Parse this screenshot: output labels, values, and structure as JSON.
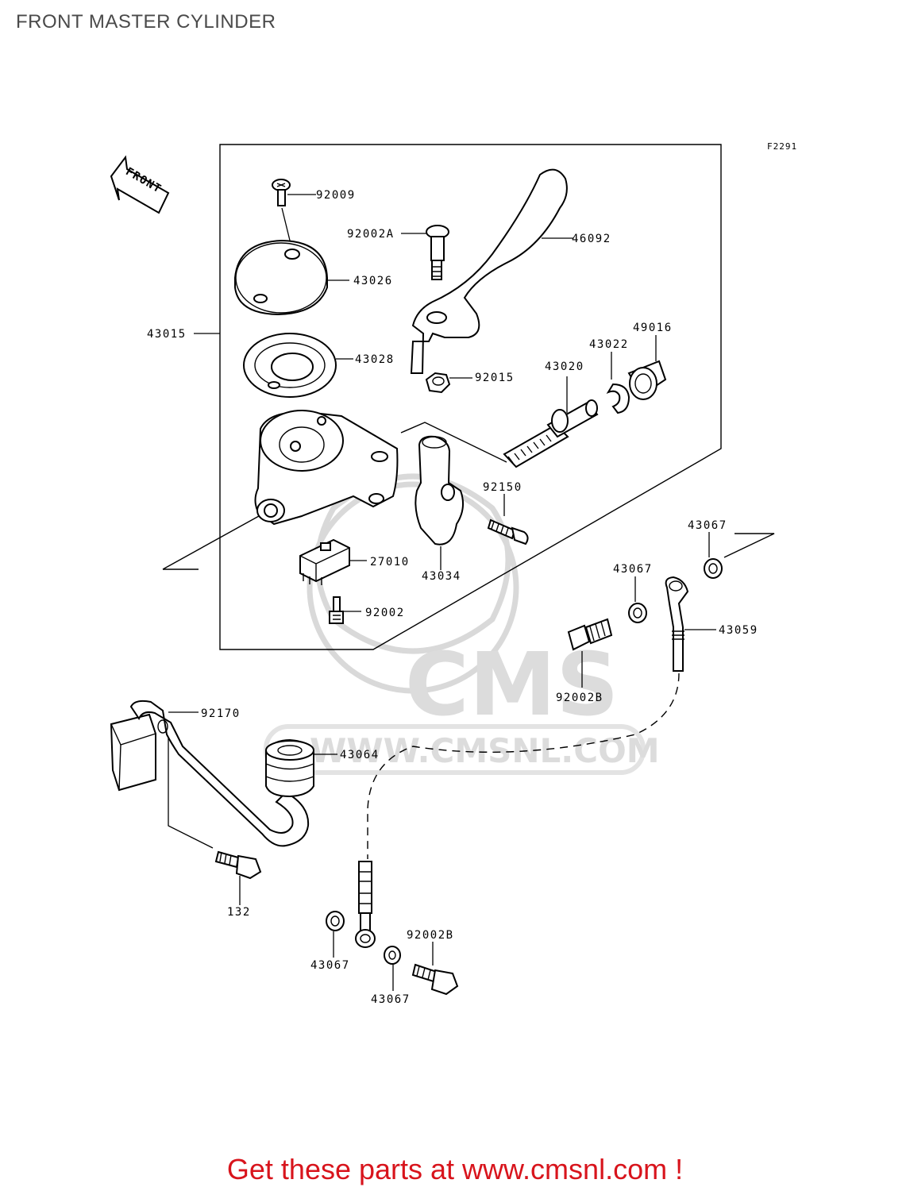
{
  "title": "FRONT MASTER CYLINDER",
  "figure_code": "F2291",
  "direction_label": "FRONT",
  "watermark": {
    "brand": "CMS",
    "url": "WWW.CMSNL.COM"
  },
  "footer": "Get these parts at www.cmsnl.com !",
  "parts": [
    {
      "number": "92009"
    },
    {
      "number": "92002A"
    },
    {
      "number": "46092"
    },
    {
      "number": "43026"
    },
    {
      "number": "43015"
    },
    {
      "number": "43028"
    },
    {
      "number": "49016"
    },
    {
      "number": "43022"
    },
    {
      "number": "43020"
    },
    {
      "number": "92015"
    },
    {
      "number": "92150"
    },
    {
      "number": "43067"
    },
    {
      "number": "27010"
    },
    {
      "number": "43034"
    },
    {
      "number": "43067"
    },
    {
      "number": "92002"
    },
    {
      "number": "43059"
    },
    {
      "number": "92002B"
    },
    {
      "number": "92170"
    },
    {
      "number": "43064"
    },
    {
      "number": "132"
    },
    {
      "number": "92002B"
    },
    {
      "number": "43067"
    },
    {
      "number": "43067"
    }
  ],
  "colors": {
    "footer": "#d8141c",
    "title": "#4a4a4a",
    "line": "#000000",
    "watermark": "#d9d9d9"
  }
}
